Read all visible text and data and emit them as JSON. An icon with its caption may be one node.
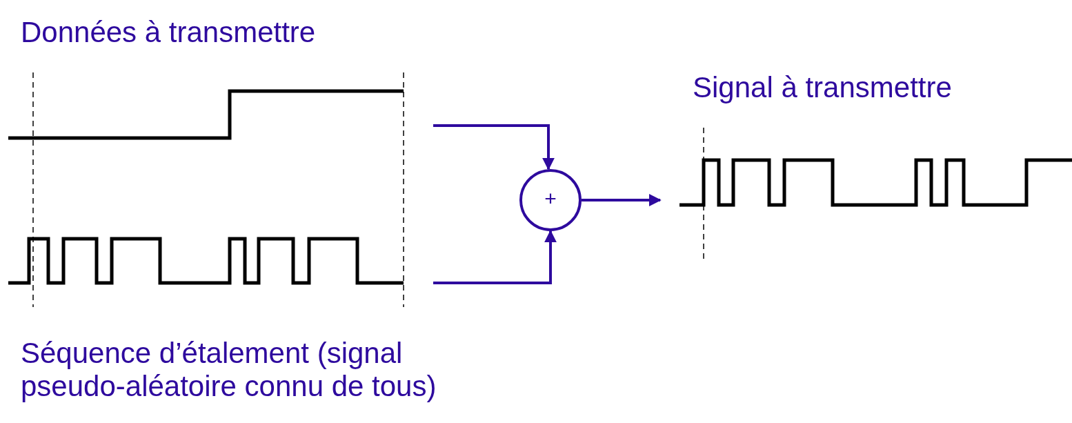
{
  "diagram": {
    "nodes": [
      {
        "text": [
          "Données à transmettre"
        ]
      },
      {
        "text": [
          "Séquence d’étalement (signal pseudo-aléatoire connu de tous)"
        ]
      },
      {
        "text": [
          "+"
        ]
      },
      {
        "text": [
          "Signal à transmettre"
        ]
      }
    ],
    "edges": [
      {
        "from": 0,
        "to": 2,
        "arrow": "to"
      },
      {
        "from": 1,
        "to": 2,
        "arrow": "to"
      },
      {
        "from": 2,
        "to": 3,
        "arrow": "to"
      }
    ]
  }
}
